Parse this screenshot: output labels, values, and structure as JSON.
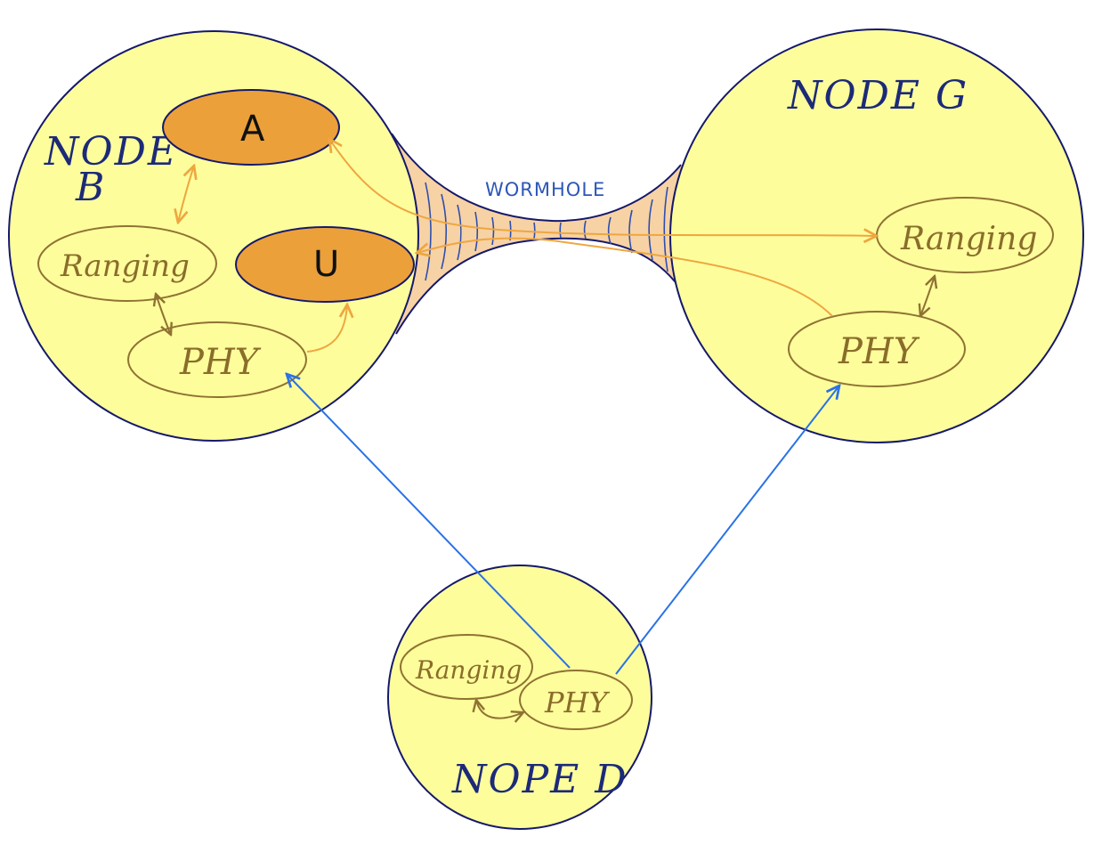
{
  "nodes": {
    "b": {
      "title_line1": "NODE",
      "title_line2": "B",
      "oval_a": "A",
      "oval_u": "U",
      "ranging": "Ranging",
      "phy": "PHY"
    },
    "g": {
      "title": "NODE G",
      "ranging": "Ranging",
      "phy": "PHY"
    },
    "d": {
      "title": "NOPE D",
      "ranging": "Ranging",
      "phy": "PHY"
    }
  },
  "wormhole": {
    "label": "WORMHOLE"
  },
  "colors": {
    "node_fill": "#fdfd9c",
    "node_stroke": "#15196b",
    "dark_oval_fill": "#eba03a",
    "inner_stroke": "#8f7232",
    "orange_arrow": "#efa640",
    "blue_arrow": "#2a72e6",
    "wormhole_fill": "#f7d2a4"
  }
}
